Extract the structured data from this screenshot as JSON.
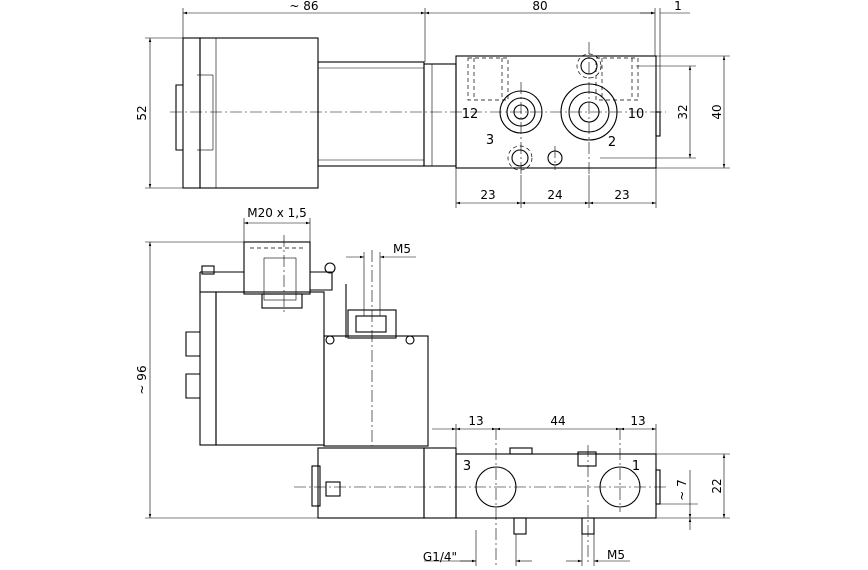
{
  "dimensions": {
    "top_width_left": "~ 86",
    "top_width_right": "80",
    "top_offset": "1",
    "top_height_left": "52",
    "top_height_inner": "32",
    "top_height_outer": "40",
    "bottom_pitch_a": "23",
    "bottom_pitch_b": "24",
    "bottom_pitch_c": "23",
    "thread_coil": "M20 x 1,5",
    "thread_m5_top": "M5",
    "height_total": "~ 96",
    "front_pitch_a": "13",
    "front_pitch_b": "44",
    "front_pitch_c": "13",
    "front_offset": "~ 7",
    "front_height": "22",
    "thread_g": "G1/4\"",
    "thread_m5_bottom": "M5"
  },
  "ports": {
    "p12": "12",
    "p10": "10",
    "p3_top": "3",
    "p2": "2",
    "p3_front": "3",
    "p1": "1"
  }
}
